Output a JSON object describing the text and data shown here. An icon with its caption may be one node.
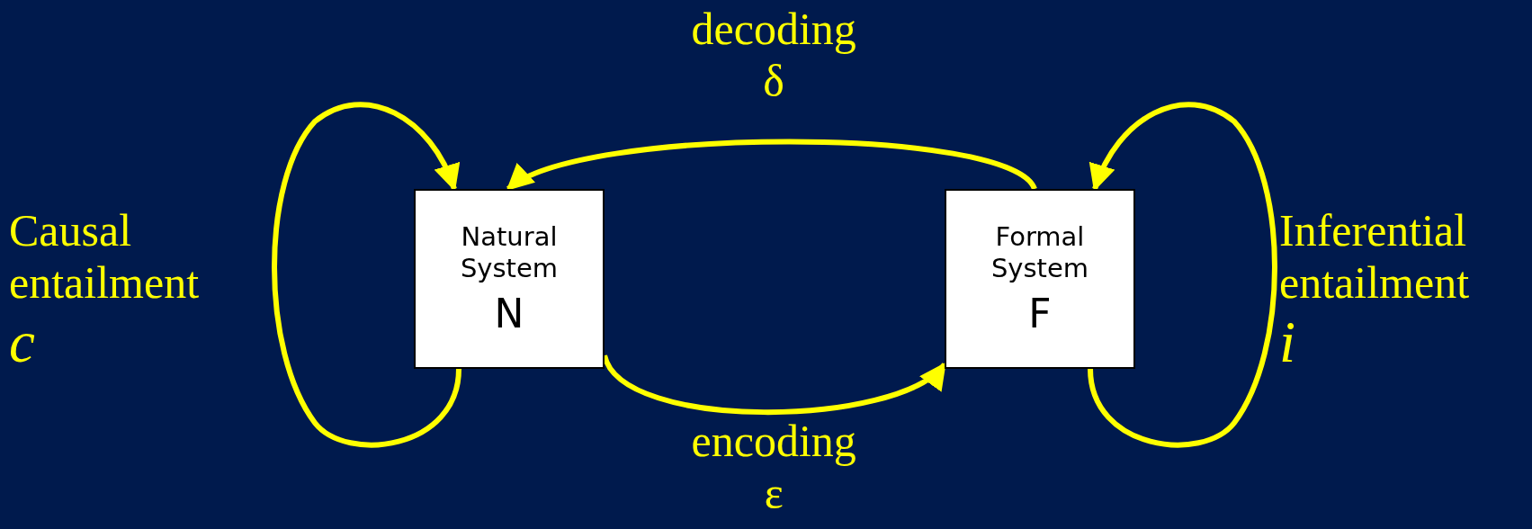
{
  "diagram": {
    "nodes": [
      {
        "text": [
          "Natural System",
          "N"
        ]
      },
      {
        "text": [
          "Formal System",
          "F"
        ]
      }
    ],
    "edges": [
      {
        "from": 0,
        "to": 0,
        "arrow": "to",
        "label": "Causal entailment *c*"
      },
      {
        "from": 1,
        "to": 0,
        "arrow": "to",
        "label": "decoding δ"
      },
      {
        "from": 0,
        "to": 1,
        "arrow": "to",
        "label": "encoding ε"
      },
      {
        "from": 1,
        "to": 1,
        "arrow": "to",
        "label": "Inferential entailment *i*"
      }
    ]
  }
}
